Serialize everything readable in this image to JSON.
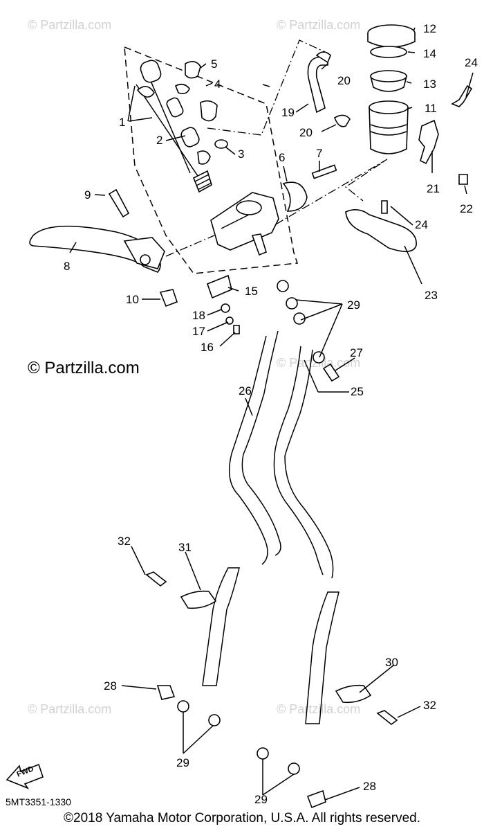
{
  "diagram": {
    "watermark_main": "© Partzilla.com",
    "watermark_faint": "© Partzilla.com",
    "fwd_label": "FWD",
    "drawing_code": "5MT3351-1330",
    "copyright": "©2018 Yamaha Motor Corporation, U.S.A. All rights reserved.",
    "callouts": {
      "c1": "1",
      "c2": "2",
      "c3": "3",
      "c4": "4",
      "c5": "5",
      "c6": "6",
      "c7": "7",
      "c8": "8",
      "c9": "9",
      "c10": "10",
      "c11": "11",
      "c12": "12",
      "c13": "13",
      "c14": "14",
      "c15": "15",
      "c16": "16",
      "c17": "17",
      "c18": "18",
      "c19": "19",
      "c20a": "20",
      "c20b": "20",
      "c21": "21",
      "c22": "22",
      "c23": "23",
      "c24a": "24",
      "c24b": "24",
      "c25": "25",
      "c26": "26",
      "c27": "27",
      "c28a": "28",
      "c28b": "28",
      "c29a": "29",
      "c29b": "29",
      "c29c": "29",
      "c30": "30",
      "c31": "31",
      "c32a": "32",
      "c32b": "32"
    }
  }
}
